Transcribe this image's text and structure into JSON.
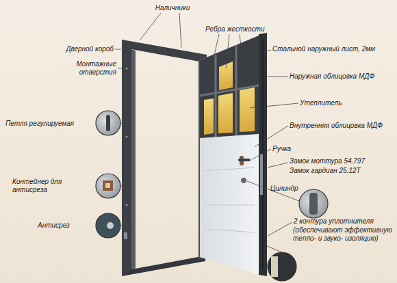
{
  "diagram": {
    "labels": [
      "Наличники",
      "Ребра жесткости",
      "Дверной короб",
      "Стальной наружный лист, 2мм",
      "Монтажные отверстия",
      "Наружная облицовка МДФ",
      "Утеплитель",
      "Петля регулируемая",
      "Внутренняя облицовка МДФ",
      "Ручка",
      "Замок моттура 54.797",
      "Замок гардиан 25.12Т",
      "Контейнер для антисреза",
      "Цилиндр",
      "Антисрез",
      "2 контура уплотнителя",
      "(обеспечивают эффективную тепло- и звуко- изоляцию)"
    ]
  }
}
